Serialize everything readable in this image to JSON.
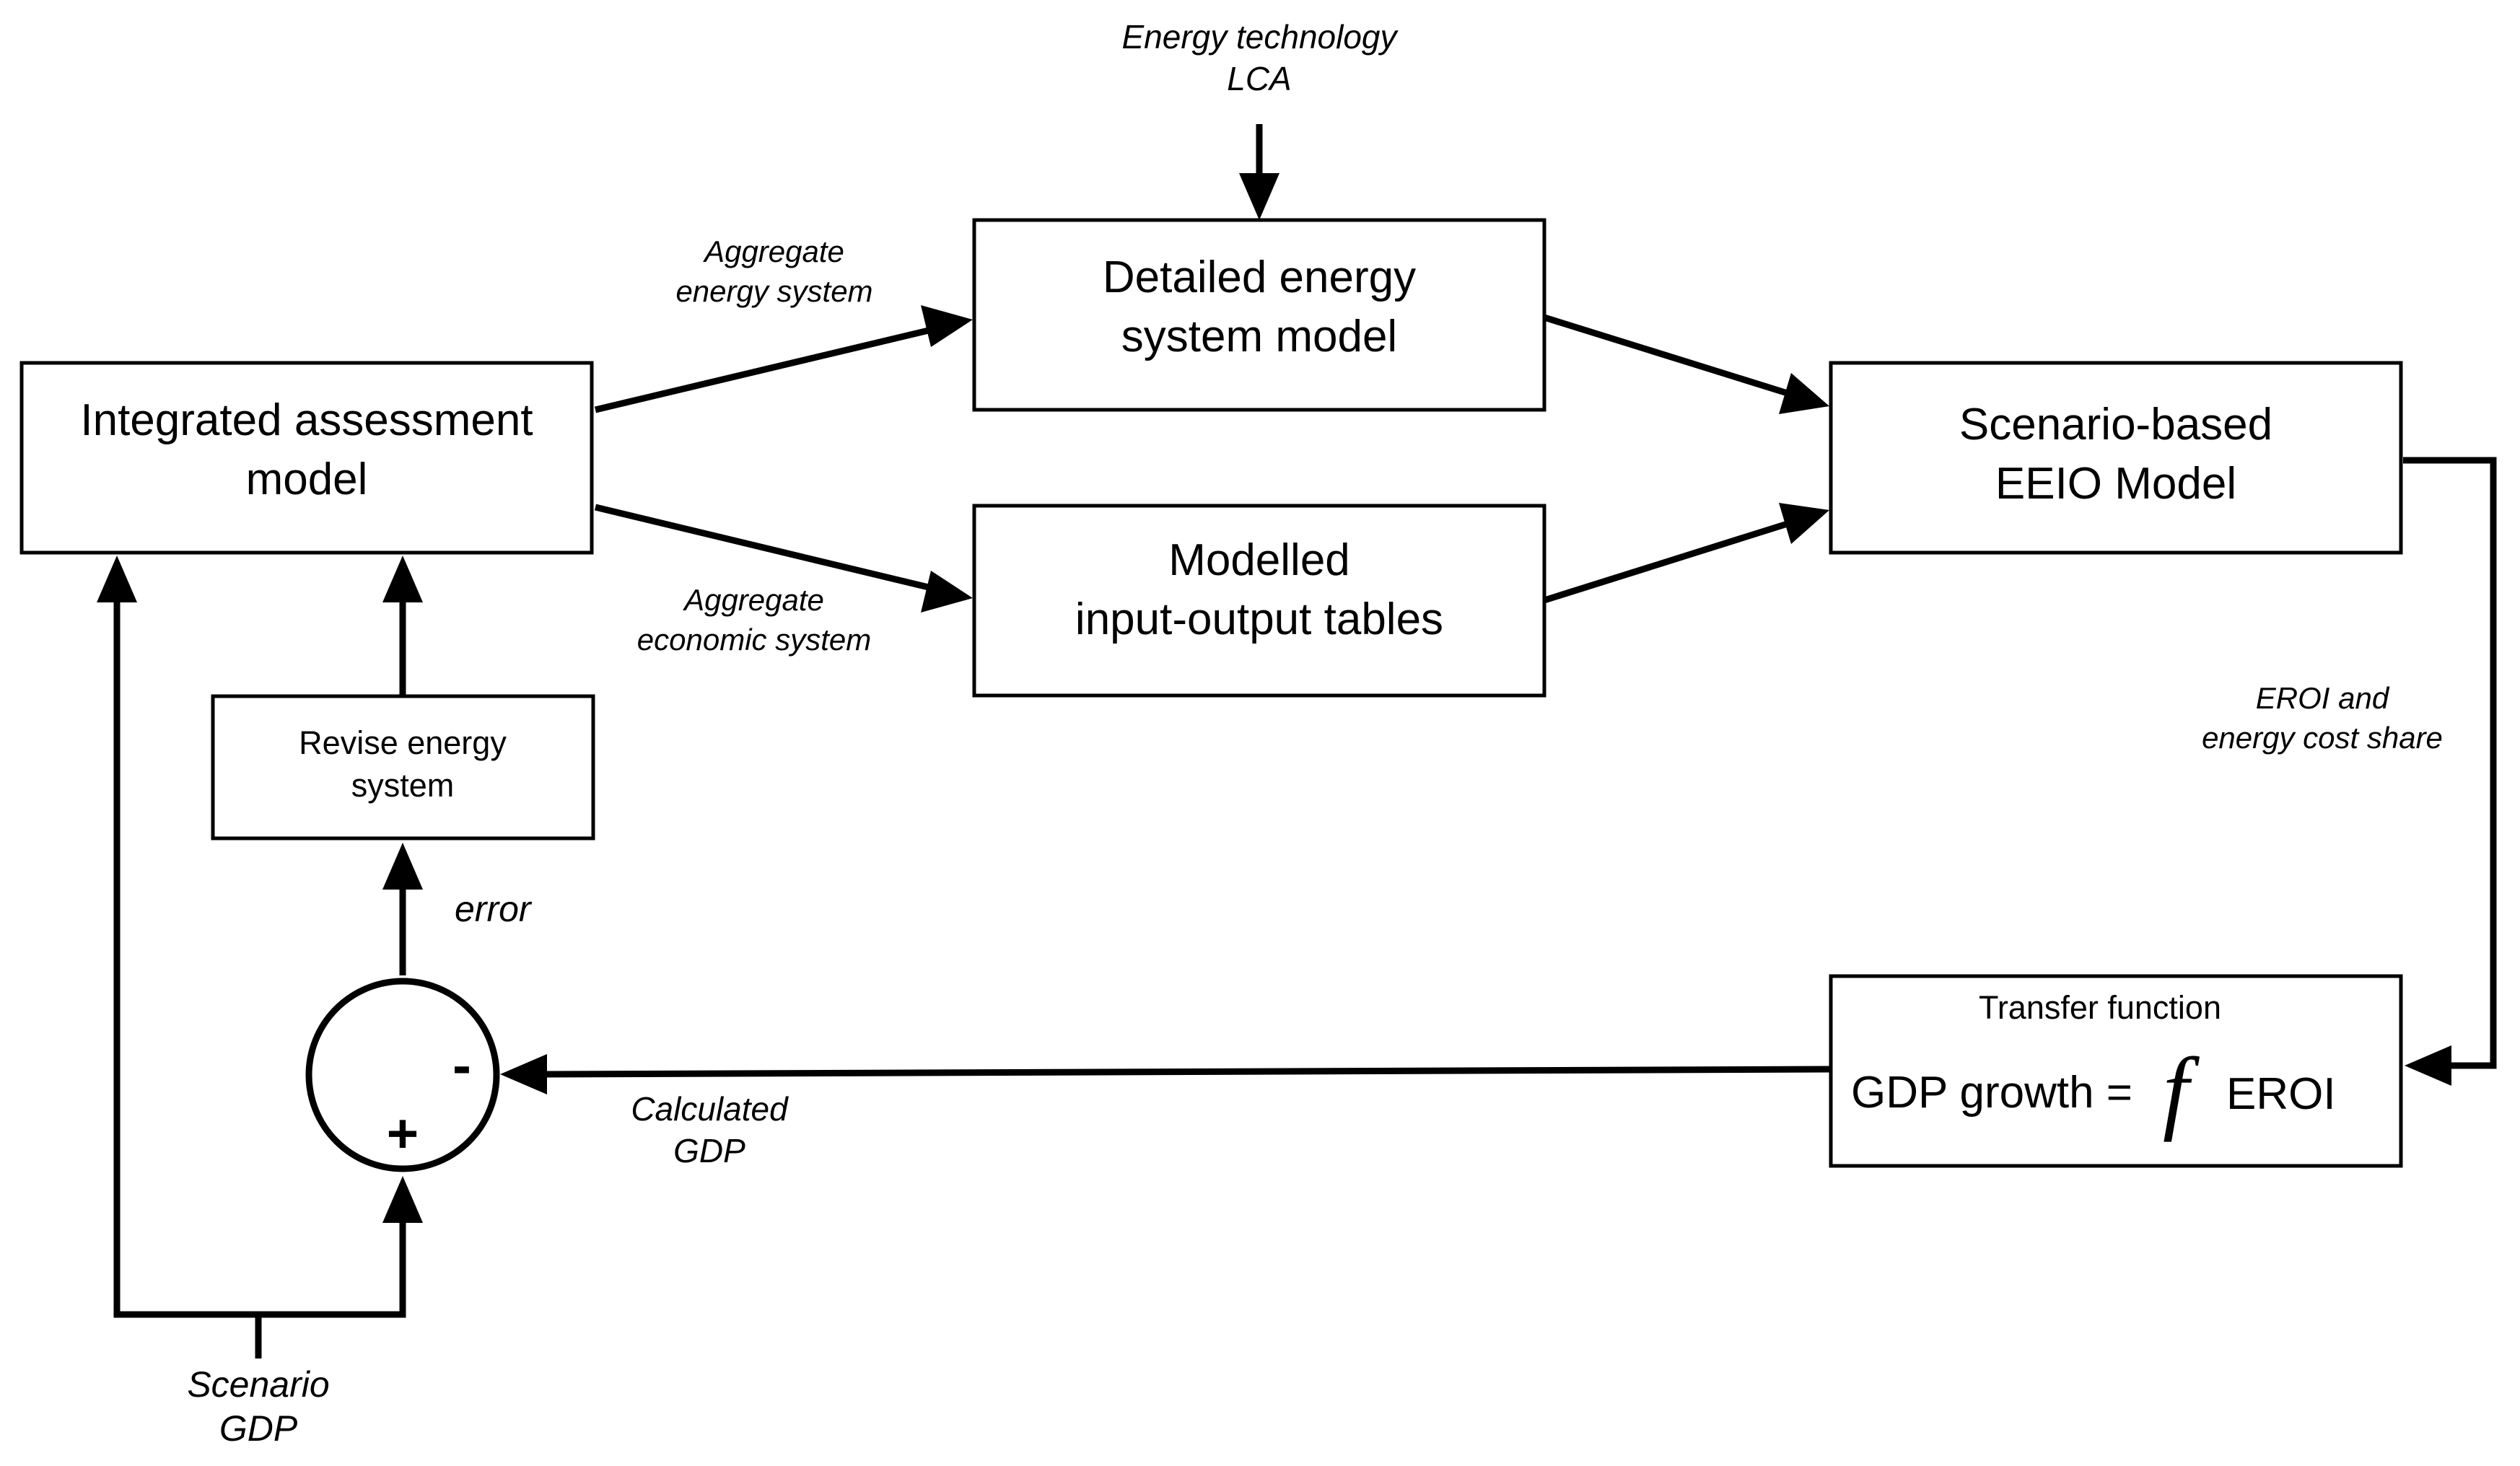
{
  "boxes": {
    "integrated_assessment": [
      "Integrated assessment",
      "model"
    ],
    "detailed_energy": [
      "Detailed energy",
      "system model"
    ],
    "modelled_io": [
      "Modelled",
      "input-output tables"
    ],
    "scenario_eeio": [
      "Scenario-based",
      "EEIO Model"
    ],
    "revise_energy": [
      "Revise energy",
      "system"
    ],
    "transfer_function": {
      "title": "Transfer function",
      "equation_left": "GDP growth =",
      "function_symbol": "f",
      "equation_right": "EROI"
    }
  },
  "comparator": {
    "minus": "-",
    "plus": "+"
  },
  "labels": {
    "energy_technology_lca": [
      "Energy technology",
      "LCA"
    ],
    "aggregate_energy_system": [
      "Aggregate",
      "energy system"
    ],
    "aggregate_economic_system": [
      "Aggregate",
      "economic system"
    ],
    "eroi_energy_cost_share": [
      "EROI and",
      "energy cost share"
    ],
    "calculated_gdp": [
      "Calculated",
      "GDP"
    ],
    "error": "error",
    "scenario_gdp": [
      "Scenario",
      "GDP"
    ]
  },
  "colors": {
    "stroke": "#000000",
    "background": "#ffffff"
  }
}
